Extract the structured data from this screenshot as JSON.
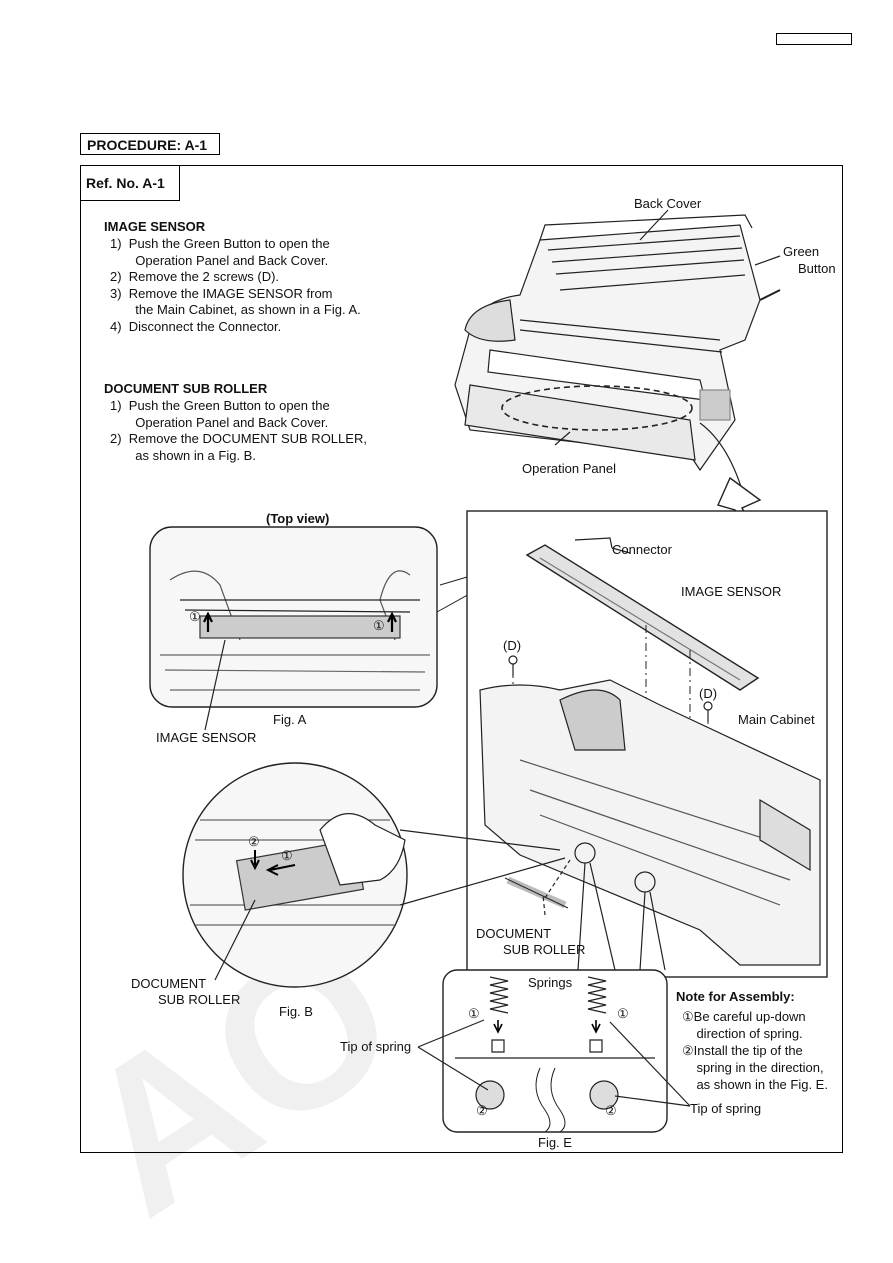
{
  "procedure": "PROCEDURE:  A-1",
  "ref_no": "Ref. No.  A-1",
  "image_sensor": {
    "title": "IMAGE SENSOR",
    "steps": [
      "1)  Push the Green Button to open the",
      "       Operation Panel and Back Cover.",
      "2)  Remove the 2 screws (D).",
      "3)  Remove the IMAGE SENSOR from",
      "       the Main Cabinet, as shown in a Fig. A.",
      "4)  Disconnect the Connector."
    ]
  },
  "doc_sub_roller": {
    "title": "DOCUMENT SUB ROLLER",
    "steps": [
      "1)  Push the Green Button to open the",
      "       Operation Panel and Back Cover.",
      "2)  Remove the DOCUMENT SUB ROLLER,",
      "       as shown in a Fig. B."
    ]
  },
  "labels": {
    "back_cover": "Back Cover",
    "green": "Green",
    "button": "Button",
    "operation_panel": "Operation Panel",
    "top_view": "(Top view)",
    "fig_a": "Fig. A",
    "image_sensor_a": "IMAGE SENSOR",
    "connector": "Connector",
    "image_sensor_main": "IMAGE SENSOR",
    "d1": "(D)",
    "d2": "(D)",
    "main_cabinet": "Main Cabinet",
    "document": "DOCUMENT",
    "sub_roller": "SUB ROLLER",
    "document_b": "DOCUMENT",
    "sub_roller_b": "SUB ROLLER",
    "fig_b": "Fig. B",
    "springs": "Springs",
    "tip_of_spring_1": "Tip of spring",
    "tip_of_spring_2": "Tip of spring",
    "fig_e": "Fig. E",
    "circle1": "①",
    "circle2": "②"
  },
  "note": {
    "title": "Note for Assembly:",
    "lines": [
      "①Be careful up-down",
      "    direction of spring.",
      "②Install the tip of the",
      "    spring in the direction,",
      "    as shown in the Fig. E."
    ]
  },
  "watermark": "AO"
}
